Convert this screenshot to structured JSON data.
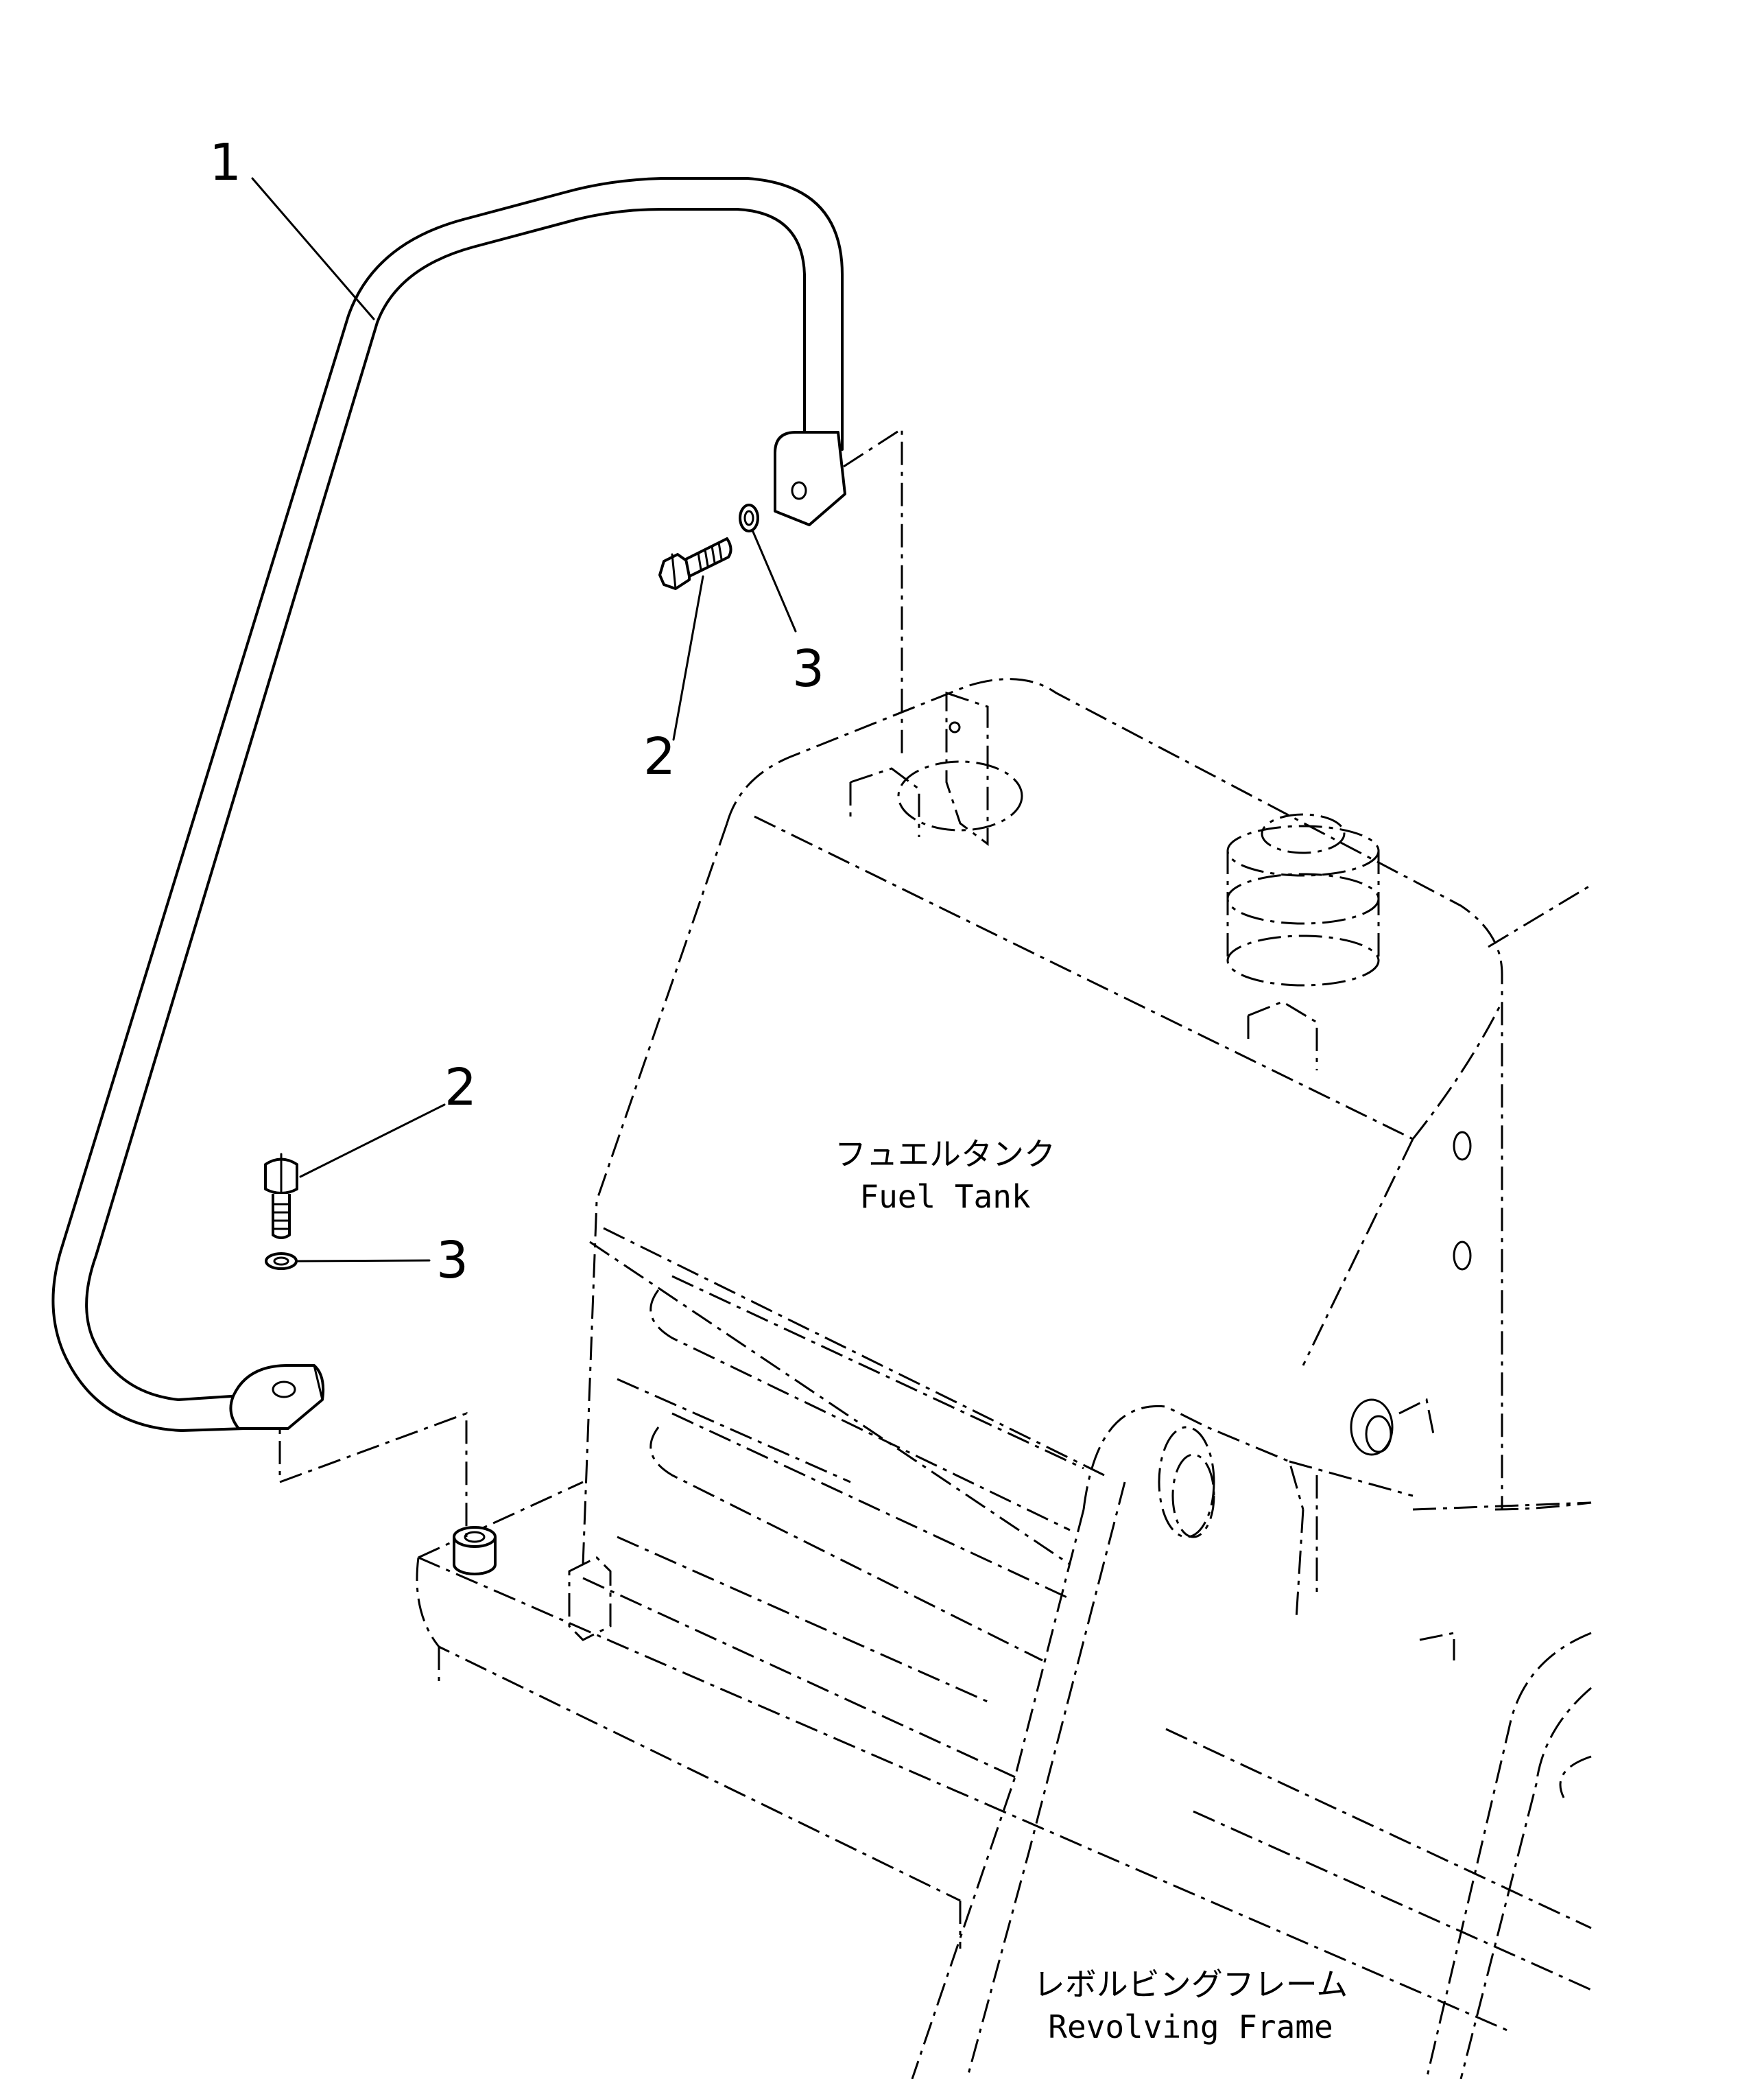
{
  "callouts": {
    "handrail": "1",
    "bolt_upper": "2",
    "washer_upper": "3",
    "bolt_lower": "2",
    "washer_lower": "3"
  },
  "labels": {
    "fuel_tank_jp": "フュエルタンク",
    "fuel_tank_en": "Fuel Tank",
    "revolving_frame_jp": "レボルビングフレーム",
    "revolving_frame_en": "Revolving Frame"
  }
}
